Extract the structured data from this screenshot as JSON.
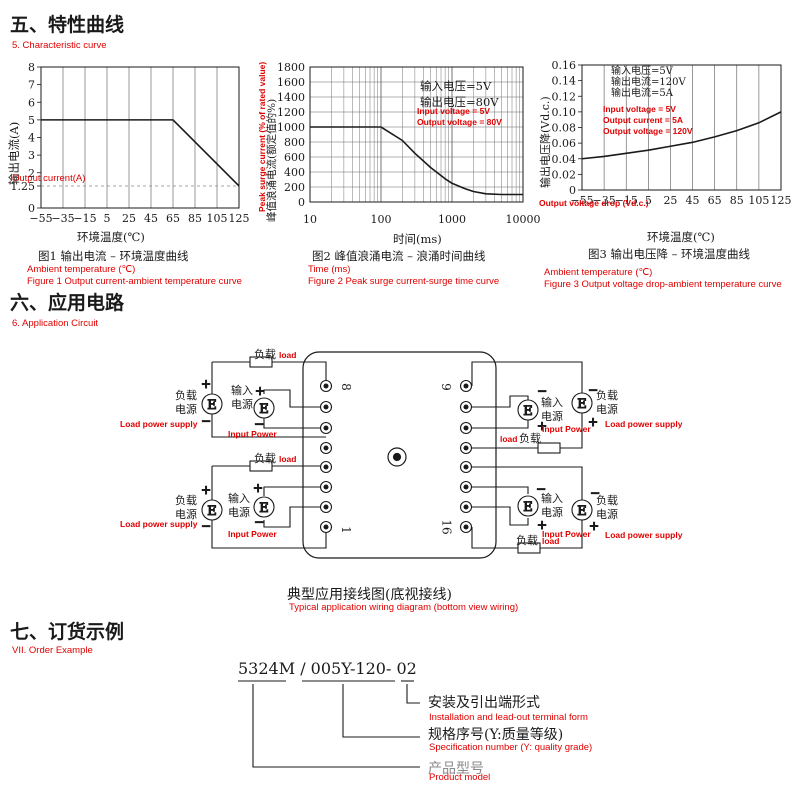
{
  "section5": {
    "title": "五、特性曲线",
    "subtitle": "5. Characteristic curve"
  },
  "chart_data": [
    {
      "type": "line",
      "ylabel": "输出电流(A)",
      "ylabel_en": "Output current(A)",
      "xlabel": "环境温度(℃)",
      "xlabel_en": "Ambient temperature (℃)",
      "caption": "图1  输出电流 – 环境温度曲线",
      "caption_en": "Figure 1 Output current-ambient temperature curve",
      "x_ticks": [
        "−55",
        "−35",
        "−15",
        "5",
        "25",
        "45",
        "65",
        "85",
        "105",
        "125"
      ],
      "y_ticks": [
        "0",
        "1.25",
        "2",
        "3",
        "4",
        "5",
        "6",
        "7",
        "8"
      ],
      "xlim": [
        -55,
        125
      ],
      "ylim": [
        0,
        8
      ],
      "grid": true,
      "series": [
        {
          "x": [
            -55,
            65,
            125
          ],
          "y": [
            5,
            5,
            1.25
          ]
        }
      ]
    },
    {
      "type": "line",
      "ylabel": "峰值浪涌电流(额定值的%)",
      "ylabel_en": "Peak surge current (% of rated value)",
      "xlabel": "时间(ms)",
      "xlabel_en": "Time (ms)",
      "caption": "图2  峰值浪涌电流 – 浪涌时间曲线",
      "caption_en": "Figure 2 Peak surge current-surge time curve",
      "x_ticks": [
        "10",
        "100",
        "1000",
        "10000"
      ],
      "y_ticks": [
        "0",
        "200",
        "400",
        "600",
        "800",
        "1000",
        "1200",
        "1400",
        "1600",
        "1800"
      ],
      "xlim": [
        10,
        10000
      ],
      "ylim": [
        0,
        1800
      ],
      "x_scale": "log",
      "grid": true,
      "legend": [
        "输入电压=5V",
        "输出电压=80V"
      ],
      "legend_en": [
        "Input voltage = 5V",
        "Output voltage = 80V"
      ],
      "legend_position": "top-right",
      "series": [
        {
          "x": [
            10,
            100,
            200,
            300,
            500,
            800,
            1000,
            1500,
            2000,
            3000,
            5000,
            10000
          ],
          "y": [
            1000,
            1000,
            820,
            650,
            460,
            310,
            250,
            180,
            140,
            110,
            100,
            100
          ]
        }
      ]
    },
    {
      "type": "line",
      "ylabel": "输出电压降(Vd.c.)",
      "ylabel_en": "Output voltage drop (Vd.c.)",
      "xlabel": "环境温度(℃)",
      "xlabel_en": "Ambient temperature (℃)",
      "caption": "图3  输出电压降 – 环境温度曲线",
      "caption_en": "Figure 3 Output voltage drop-ambient temperature curve",
      "x_ticks": [
        "−55",
        "−35",
        "−15",
        "5",
        "25",
        "45",
        "65",
        "85",
        "105",
        "125"
      ],
      "y_ticks": [
        "0",
        "0.02",
        "0.04",
        "0.06",
        "0.08",
        "0.10",
        "0.12",
        "0.14",
        "0.16"
      ],
      "xlim": [
        -55,
        125
      ],
      "ylim": [
        0,
        0.16
      ],
      "grid": true,
      "legend": [
        "输入电压=5V",
        "输出电流=120V",
        "输出电流=5A"
      ],
      "legend_en": [
        "Input voltage = 5V",
        "Output current = 5A",
        "Output voltage = 120V"
      ],
      "legend_position": "top-left",
      "series": [
        {
          "x": [
            -55,
            -35,
            -15,
            5,
            25,
            45,
            65,
            85,
            105,
            125
          ],
          "y": [
            0.04,
            0.043,
            0.047,
            0.051,
            0.056,
            0.061,
            0.068,
            0.076,
            0.086,
            0.1
          ]
        }
      ]
    }
  ],
  "section6": {
    "title": "六、应用电路",
    "subtitle": "6. Application Circuit",
    "caption": "典型应用接线图(底视接线)",
    "caption_en": "Typical application wiring diagram (bottom view wiring)",
    "pin_labels": [
      "8",
      "9",
      "1",
      "16"
    ],
    "load_cn": "负载",
    "load_en": "load",
    "load_power_cn": [
      "负载",
      "电源"
    ],
    "load_power_en": "Load power supply",
    "input_power_cn": [
      "输入",
      "电源"
    ],
    "input_power_en": "Input Power",
    "source_symbol": "E",
    "plus": "+",
    "minus": "−"
  },
  "section7": {
    "title": "七、订货示例",
    "subtitle": "VII. Order Example",
    "model_code": "5324M / 005Y-120- 02",
    "item1_cn": "安装及引出端形式",
    "item1_en": "Installation and lead-out terminal form",
    "item2_cn": "规格序号(Y:质量等级)",
    "item2_en": "Specification number (Y: quality grade)",
    "item3_cn": "产品型号",
    "item3_en": "Product model"
  }
}
